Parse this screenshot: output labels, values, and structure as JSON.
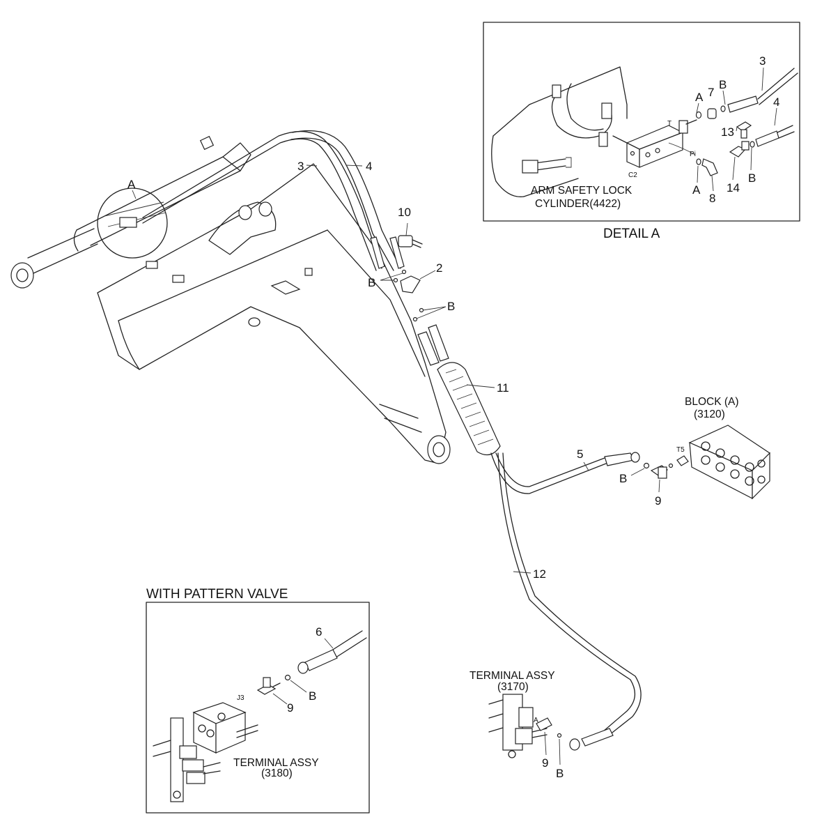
{
  "detail_a": {
    "title": "DETAIL A",
    "cylinder_label_line1": "ARM SAFETY LOCK",
    "cylinder_label_line2": "CYLINDER(4422)",
    "port_t": "T",
    "port_pi": "Pi",
    "port_c2": "C2",
    "callouts": {
      "a1": "A",
      "a2": "A",
      "n7": "7",
      "b1": "B",
      "n3": "3",
      "n4": "4",
      "n13": "13",
      "n14": "14",
      "b2": "B",
      "n8": "8"
    }
  },
  "main": {
    "callouts": {
      "a": "A",
      "n3": "3",
      "n4": "4",
      "n10": "10",
      "n2": "2",
      "b1": "B",
      "b2": "B",
      "n11": "11",
      "n5": "5",
      "b3": "B",
      "n9": "9",
      "n12": "12",
      "n9b": "9",
      "b4": "B",
      "a_small": "A"
    },
    "block_a_line1": "BLOCK (A)",
    "block_a_line2": "(3120)",
    "port_t5": "T5",
    "terminal_3170_line1": "TERMINAL ASSY",
    "terminal_3170_line2": "(3170)"
  },
  "pattern_valve": {
    "title": "WITH PATTERN VALVE",
    "port_j3": "J3",
    "callouts": {
      "n6": "6",
      "n9": "9",
      "b": "B"
    },
    "terminal_line1": "TERMINAL ASSY",
    "terminal_line2": "(3180)"
  }
}
